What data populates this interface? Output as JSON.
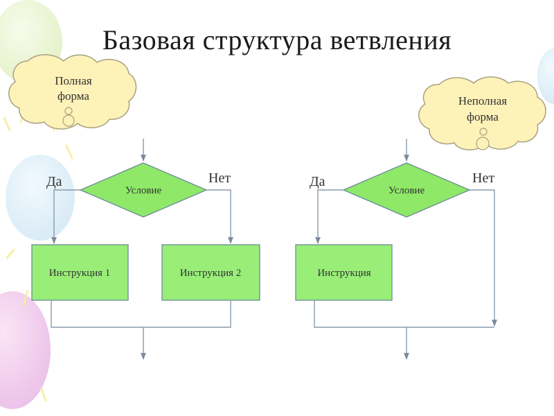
{
  "slide": {
    "title": "Базовая структура ветвления"
  },
  "full_form": {
    "callout_line1": "Полная",
    "callout_line2": "форма",
    "condition": "Условие",
    "yes_label": "Да",
    "no_label": "Нет",
    "instruction_yes": "Инструкция 1",
    "instruction_no": "Инструкция 2"
  },
  "partial_form": {
    "callout_line1": "Неполная",
    "callout_line2": "форма",
    "condition": "Условие",
    "yes_label": "Да",
    "no_label": "Нет",
    "instruction_yes": "Инструкция"
  },
  "colors": {
    "decision_fill": "#8fe868",
    "process_fill": "#99ee77",
    "callout_fill": "#fdf2b8",
    "callout_stroke": "#a8a080",
    "connector": "#8a9aa8",
    "background_balloons": "pastel"
  }
}
